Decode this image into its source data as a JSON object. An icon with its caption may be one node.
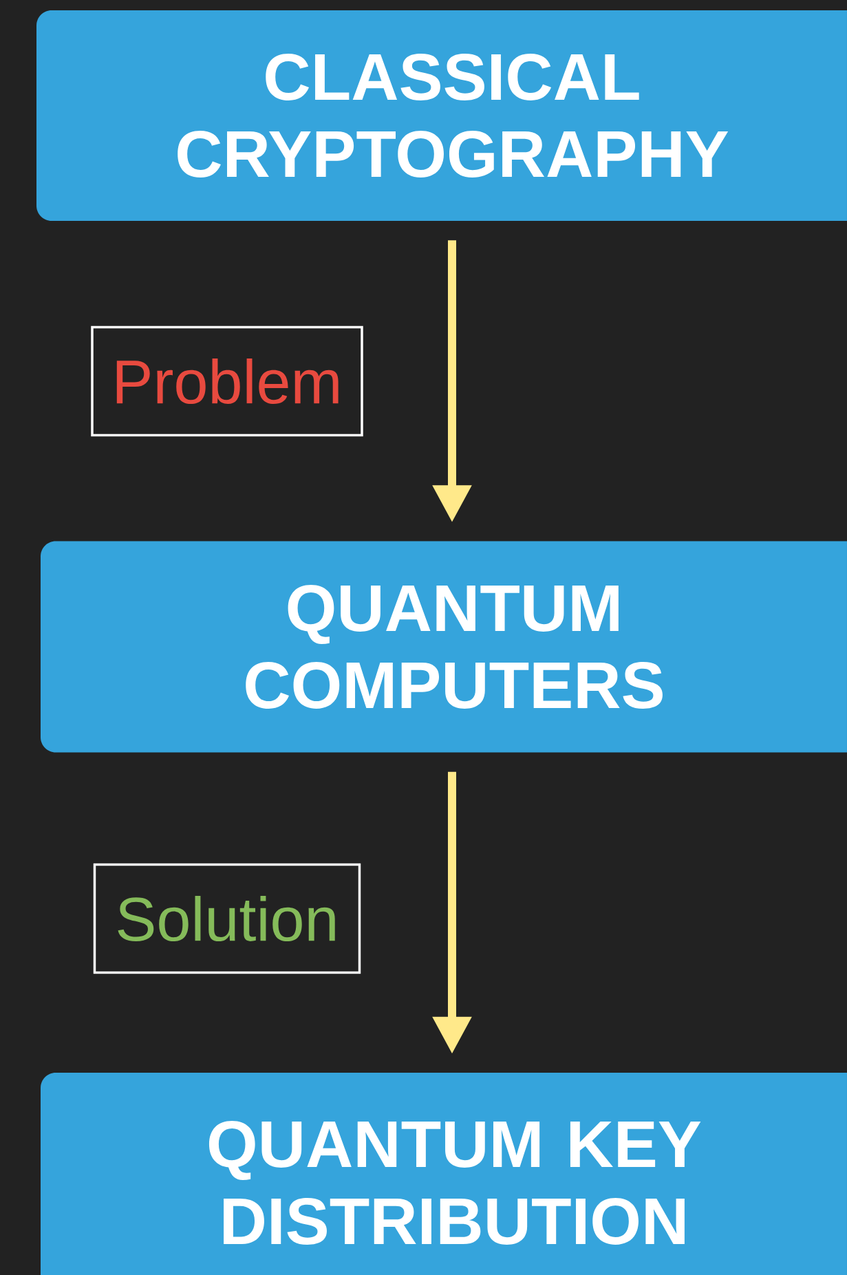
{
  "diagram": {
    "nodes": [
      {
        "text": [
          "CLASSICAL CRYPTOGRAPHY"
        ]
      },
      {
        "text": [
          "QUANTUM COMPUTERS"
        ]
      },
      {
        "text": [
          "QUANTUM KEY DISTRIBUTION"
        ]
      }
    ],
    "edges": [
      {
        "from": 0,
        "to": 1,
        "arrow": "to",
        "label": "Problem"
      },
      {
        "from": 1,
        "to": 2,
        "arrow": "to",
        "label": "Solution"
      }
    ]
  }
}
